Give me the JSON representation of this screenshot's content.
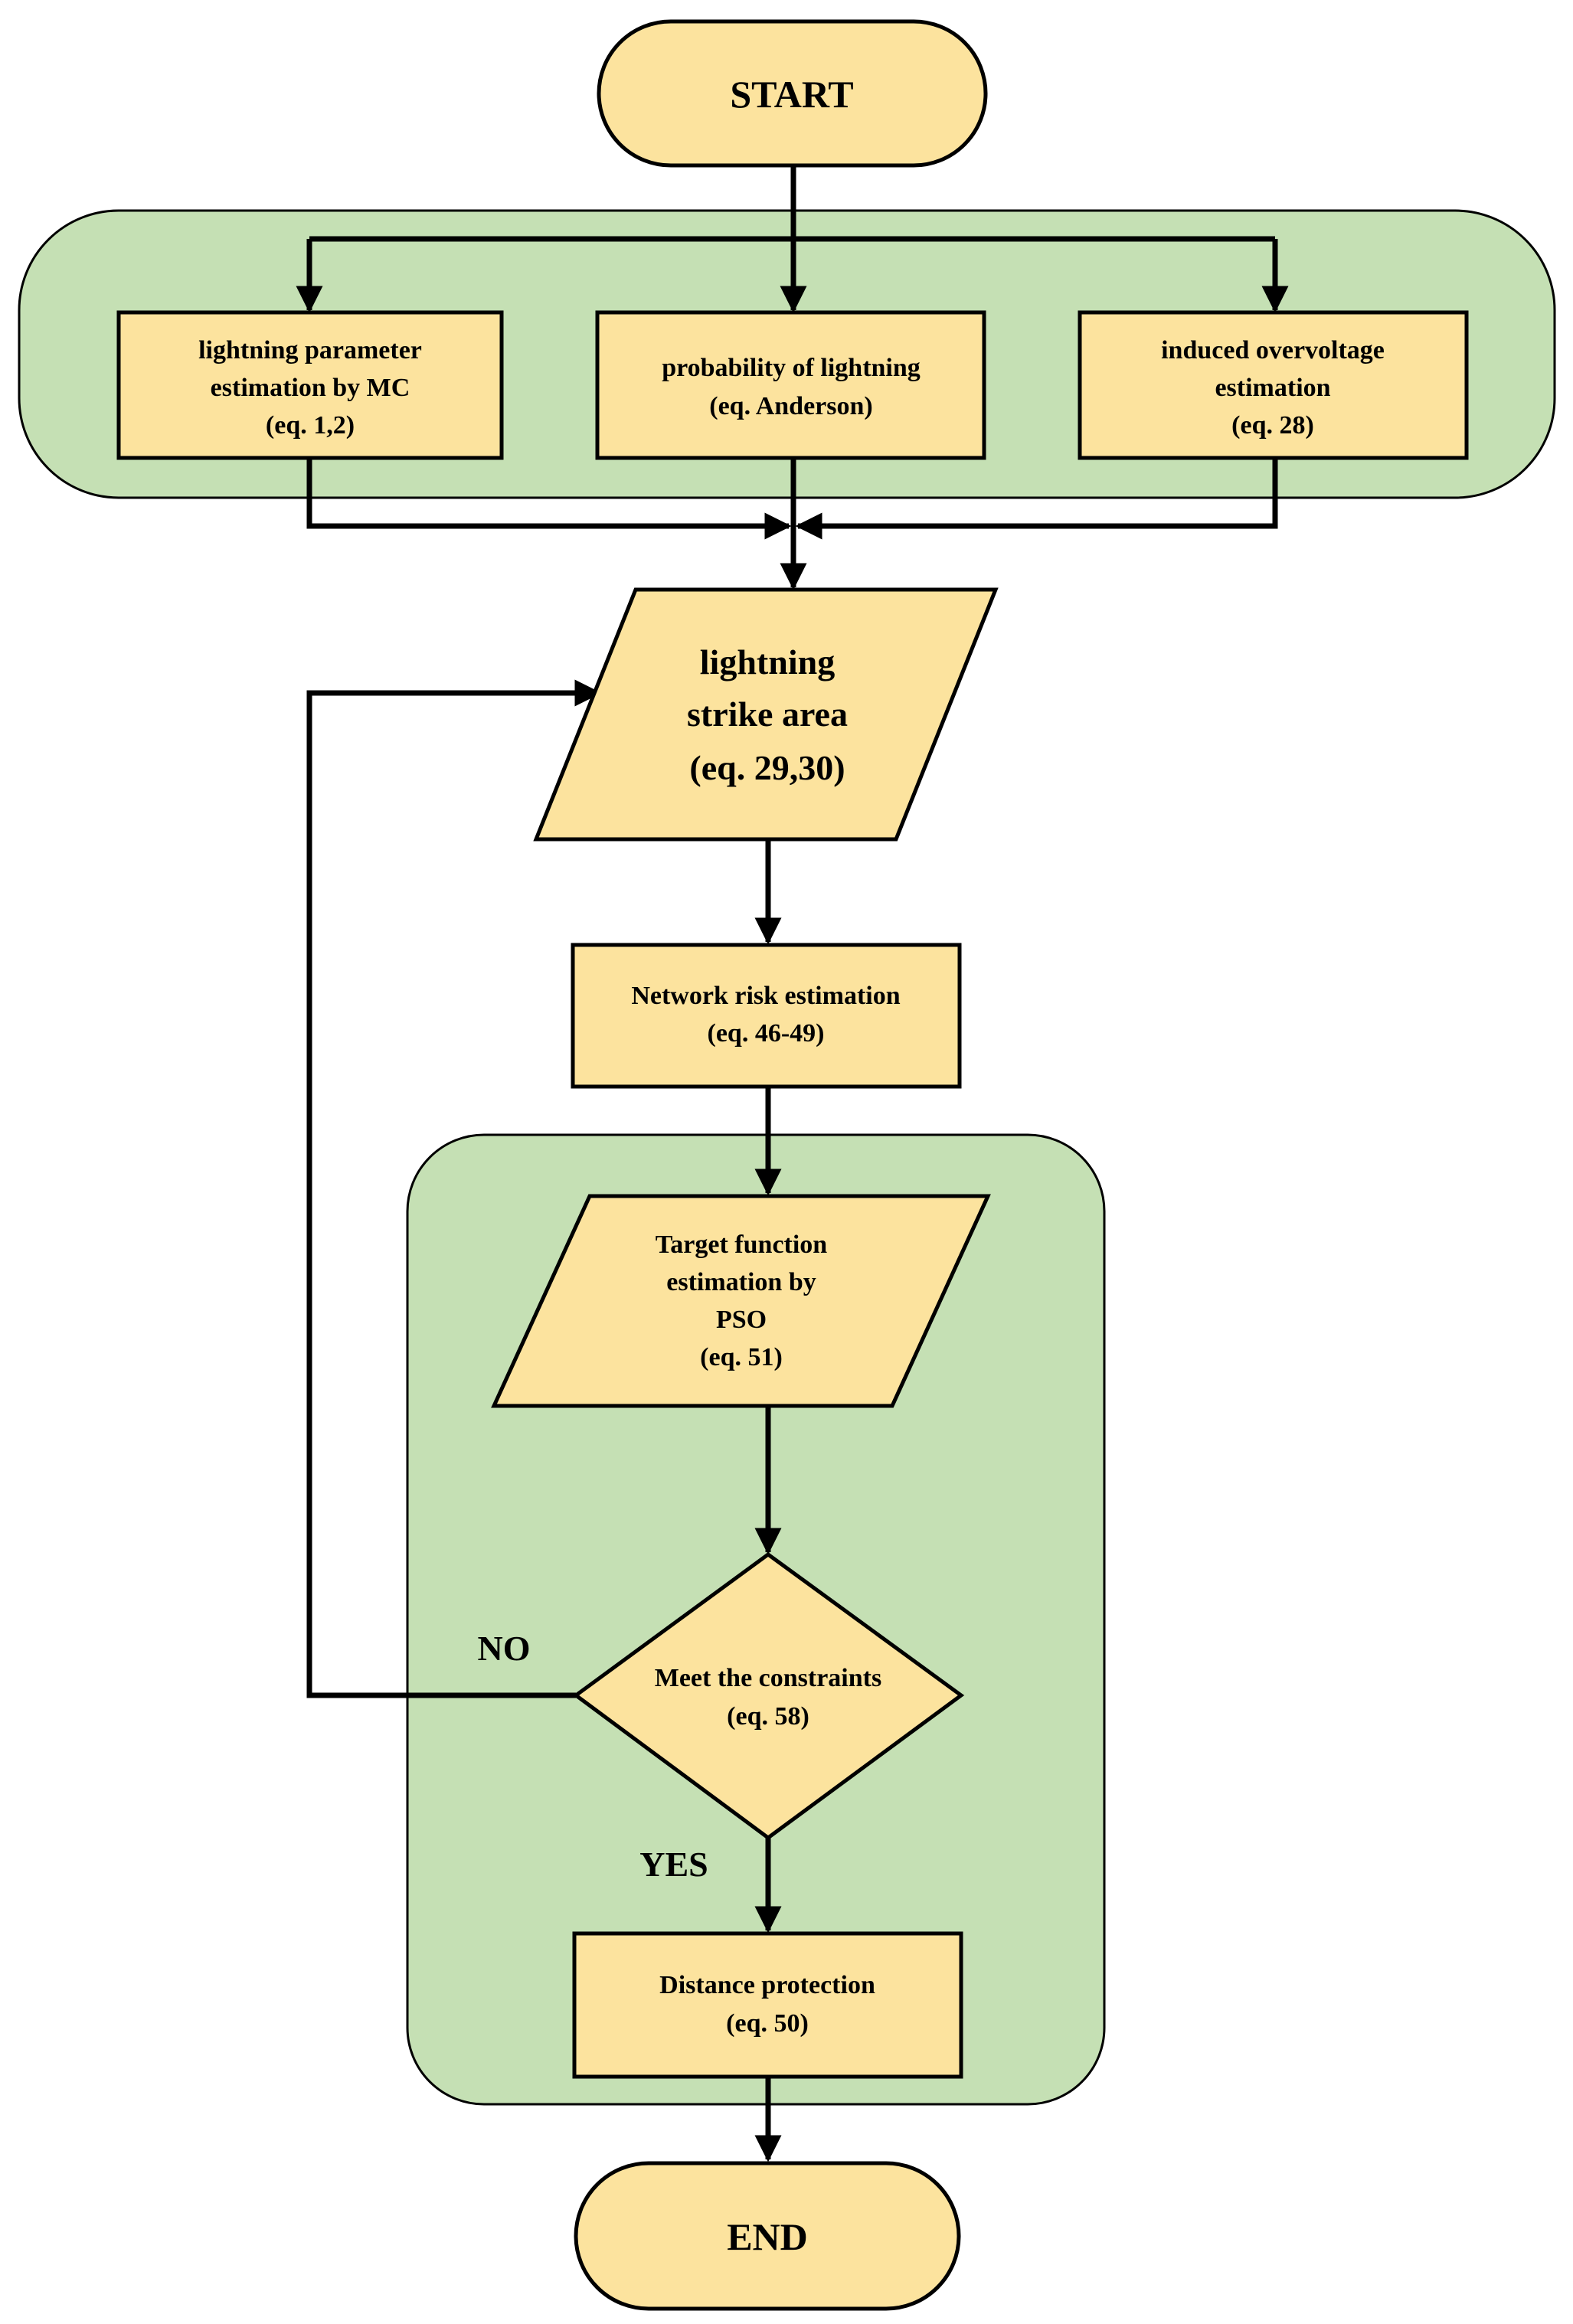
{
  "colors": {
    "node_fill": "#FCE39E",
    "group_fill": "#C5E0B4",
    "stroke": "#000000"
  },
  "nodes": {
    "start": {
      "shape": "terminator",
      "lines": [
        "START"
      ]
    },
    "mc": {
      "shape": "process",
      "lines": [
        "lightning parameter",
        "estimation by MC",
        "(eq. 1,2)"
      ]
    },
    "anderson": {
      "shape": "process",
      "lines": [
        "probability of lightning",
        "(eq. Anderson)"
      ]
    },
    "overvoltage": {
      "shape": "process",
      "lines": [
        "induced overvoltage",
        "estimation",
        "(eq. 28)"
      ]
    },
    "strike_area": {
      "shape": "data",
      "lines": [
        "lightning",
        "strike area",
        "(eq. 29,30)"
      ]
    },
    "risk": {
      "shape": "process",
      "lines": [
        "Network risk estimation",
        "(eq. 46-49)"
      ]
    },
    "pso": {
      "shape": "data",
      "lines": [
        "Target function",
        "estimation by",
        "PSO",
        "(eq. 51)"
      ]
    },
    "constraints": {
      "shape": "decision",
      "lines": [
        "Meet the constraints",
        "(eq. 58)"
      ]
    },
    "distance": {
      "shape": "process",
      "lines": [
        "Distance protection",
        "(eq. 50)"
      ]
    },
    "end": {
      "shape": "terminator",
      "lines": [
        "END"
      ]
    }
  },
  "edge_labels": {
    "no": "NO",
    "yes": "YES"
  }
}
